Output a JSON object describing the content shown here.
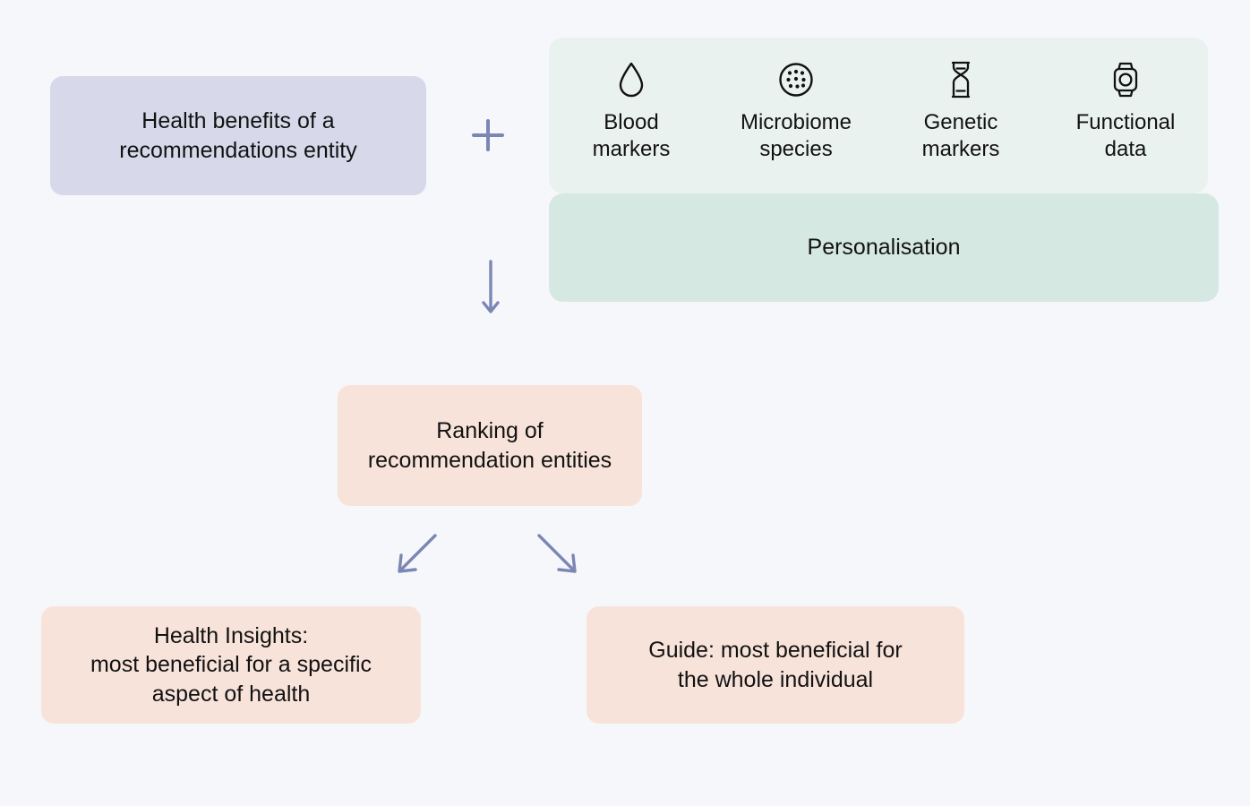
{
  "diagram": {
    "title": "Personalised health recommendation flow",
    "colors": {
      "background": "#f6f7fa",
      "lavender_node": "#d7d9ea",
      "peach_node": "#f8e3da",
      "panel_light_green": "#e9f2ef",
      "panel_dark_green": "#d6e8e2",
      "connector_blue": "#7b86b5",
      "tick_blue": "#a8b2cc",
      "text": "#121212"
    }
  },
  "nodes": {
    "benefits": {
      "label": "Health benefits of a\nrecommendations entity"
    },
    "ranking": {
      "label": "Ranking of\nrecommendation entities"
    },
    "health_insights": {
      "label": "Health Insights:\nmost beneficial for a specific\naspect of health"
    },
    "guide": {
      "label": "Guide: most beneficial for\nthe whole individual"
    }
  },
  "panel": {
    "personalisation_label": "Personalisation",
    "signals": [
      {
        "icon": "blood-drop-icon",
        "label": "Blood\nmarkers"
      },
      {
        "icon": "microbiome-dish-icon",
        "label": "Microbiome\nspecies"
      },
      {
        "icon": "dna-helix-icon",
        "label": "Genetic\nmarkers"
      },
      {
        "icon": "smartwatch-icon",
        "label": "Functional\ndata"
      }
    ]
  },
  "connectors": {
    "plus_symbol": "+",
    "down_arrow": "arrow-down",
    "split_left_arrow": "arrow-down-left",
    "split_right_arrow": "arrow-down-right",
    "personalisation_tick": "vertical-tick"
  }
}
